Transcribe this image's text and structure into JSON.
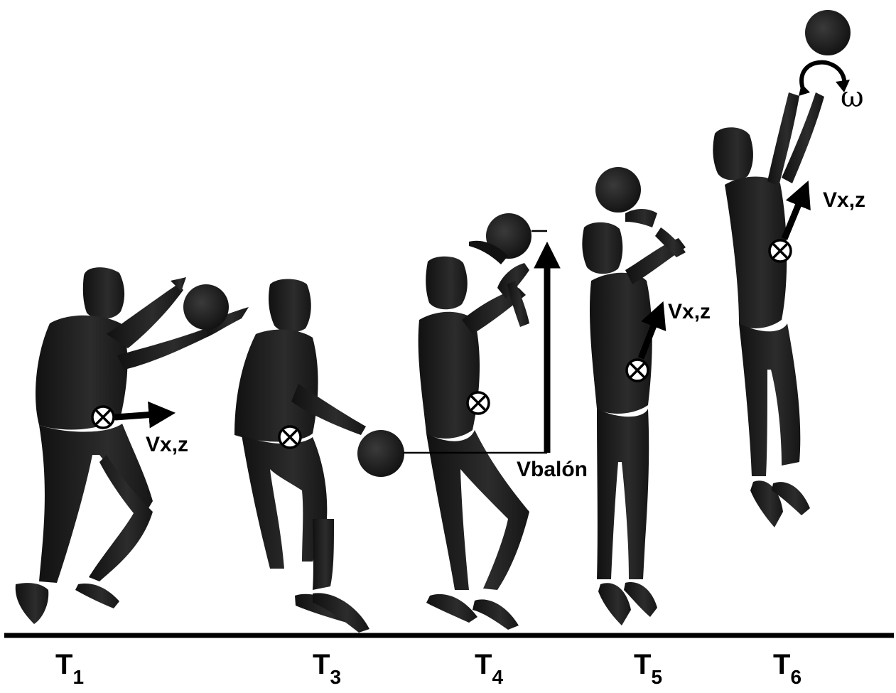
{
  "colors": {
    "ink": "#000000",
    "silhouette": "#141414",
    "silhouette_light": "#3a3a3a",
    "background": "#ffffff"
  },
  "frames": [
    {
      "id": "t1",
      "label_main": "T",
      "label_sub": "1",
      "velocity_label": "Vx,z"
    },
    {
      "id": "t3",
      "label_main": "T",
      "label_sub": "3"
    },
    {
      "id": "t4",
      "label_main": "T",
      "label_sub": "4",
      "ball_velocity_label": "Vbalón"
    },
    {
      "id": "t5",
      "label_main": "T",
      "label_sub": "5",
      "velocity_label": "Vx,z"
    },
    {
      "id": "t6",
      "label_main": "T",
      "label_sub": "6",
      "velocity_label": "Vx,z",
      "spin_label": "ω"
    }
  ],
  "icons": {
    "center_of_mass": "circled-times-icon",
    "ball": "basketball-icon",
    "spin": "rotation-arrow-icon"
  }
}
